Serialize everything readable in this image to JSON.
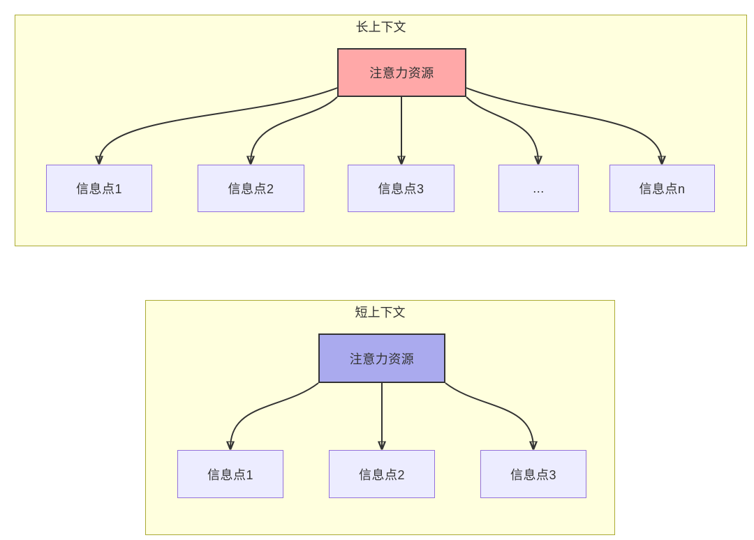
{
  "colors": {
    "page_background": "#ffffff",
    "panel_fill": "#ffffde",
    "panel_border": "#aaaa33",
    "attention_long_fill": "#ffa8a8",
    "attention_short_fill": "#aaaaee",
    "attention_border": "#333333",
    "info_fill": "#ececff",
    "info_border": "#9370db",
    "text": "#333333",
    "arrow": "#333333"
  },
  "long_context": {
    "title": "长上下文",
    "attention_label": "注意力资源",
    "nodes": [
      {
        "label": "信息点1"
      },
      {
        "label": "信息点2"
      },
      {
        "label": "信息点3"
      },
      {
        "label": "..."
      },
      {
        "label": "信息点n"
      }
    ]
  },
  "short_context": {
    "title": "短上下文",
    "attention_label": "注意力资源",
    "nodes": [
      {
        "label": "信息点1"
      },
      {
        "label": "信息点2"
      },
      {
        "label": "信息点3"
      }
    ]
  }
}
